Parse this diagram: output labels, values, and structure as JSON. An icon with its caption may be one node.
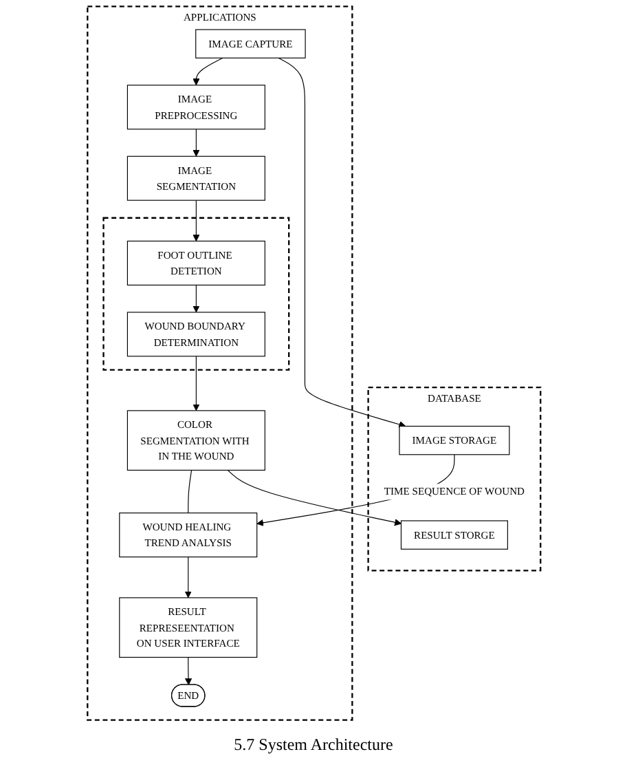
{
  "diagram": {
    "caption": "5.7 System Architecture",
    "nodes": [
      {
        "text": [
          "APPLICATIONS"
        ]
      },
      {
        "text": [
          "IMAGE CAPTURE"
        ],
        "in": 0
      },
      {
        "text": [
          "IMAGE PREPROCESSING"
        ],
        "in": 0
      },
      {
        "text": [
          "IMAGE SEGMENTATION"
        ],
        "in": 0
      },
      {
        "text": [],
        "shape": "box",
        "in": 0
      },
      {
        "text": [
          "FOOT OUTLINE DETETION"
        ],
        "in": 4
      },
      {
        "text": [
          "WOUND BOUNDARY DETERMINATION"
        ],
        "in": 4
      },
      {
        "text": [
          "COLOR SEGMENTATION WITH IN THE WOUND"
        ],
        "in": 0
      },
      {
        "text": [
          "WOUND HEALING TREND ANALYSIS"
        ],
        "in": 0
      },
      {
        "text": [
          "RESULT REPRESEENTATION ON USER INTERFACE"
        ],
        "in": 0
      },
      {
        "text": [
          "END"
        ],
        "in": 0
      },
      {
        "text": [
          "DATABASE"
        ]
      },
      {
        "text": [
          "IMAGE STORAGE"
        ],
        "in": 11
      },
      {
        "text": [
          "RESULT STORGE"
        ],
        "in": 11
      }
    ],
    "edges": [
      {
        "from": 1,
        "to": 2,
        "arrow": "to"
      },
      {
        "from": 1,
        "to": 12,
        "arrow": "to"
      },
      {
        "from": 2,
        "to": 3,
        "arrow": "to"
      },
      {
        "from": 3,
        "to": 5,
        "arrow": "to"
      },
      {
        "from": 5,
        "to": 6,
        "arrow": "to"
      },
      {
        "from": 6,
        "to": 7,
        "arrow": "to"
      },
      {
        "from": 7,
        "to": 8,
        "arrow": "none"
      },
      {
        "from": 7,
        "to": 13,
        "arrow": "to"
      },
      {
        "from": 12,
        "to": 8,
        "arrow": "to",
        "label": "TIME SEQUENCE OF WOUND"
      },
      {
        "from": 8,
        "to": 9,
        "arrow": "to"
      },
      {
        "from": 9,
        "to": 10,
        "arrow": "to"
      }
    ]
  }
}
